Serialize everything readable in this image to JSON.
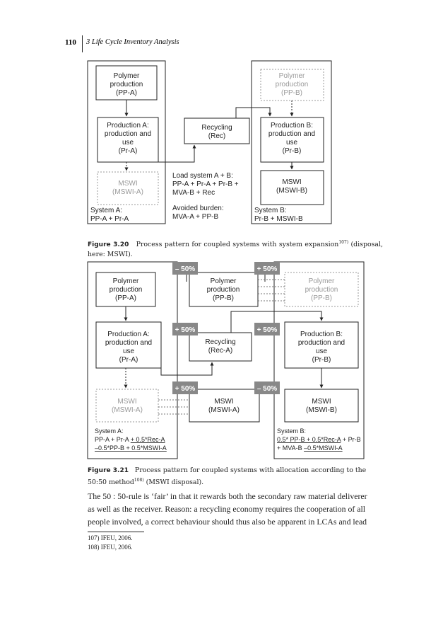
{
  "header": {
    "page_number": "110",
    "running_title": "3  Life Cycle Inventory Analysis"
  },
  "figure_320": {
    "polymer_a": [
      "Polymer",
      "production",
      "(PP-A)"
    ],
    "polymer_b": [
      "Polymer",
      "production",
      "(PP-B)"
    ],
    "production_a": [
      "Production A:",
      "production and",
      "use",
      "(Pr-A)"
    ],
    "production_b": [
      "Production B:",
      "production and",
      "use",
      "(Pr-B)"
    ],
    "recycling": [
      "Recycling",
      "(Rec)"
    ],
    "mswi_a": [
      "MSWI",
      "(MSWI-A)"
    ],
    "mswi_b": [
      "MSWI",
      "(MSWI-B)"
    ],
    "load_text": [
      "Load system A + B:",
      "PP-A + Pr-A + Pr-B +",
      "MVA-B + Rec"
    ],
    "avoided_text": [
      "Avoided burden:",
      "MVA-A + PP-B"
    ],
    "system_a": [
      "System A:",
      "PP-A + Pr-A"
    ],
    "system_b": [
      "System B:",
      "Pr-B + MSWI-B"
    ]
  },
  "caption_320": {
    "label": "Figure 3.20",
    "text": "Process pattern for coupled systems with system expansion",
    "ref": "107)",
    "text2": " (disposal, here: MSWI)."
  },
  "figure_321": {
    "tag_minus_top_left": "– 50%",
    "tag_plus_top_right": "+ 50%",
    "tag_plus_mid_left": "+ 50%",
    "tag_plus_mid_right": "+ 50%",
    "tag_plus_bottom_left": "+ 50%",
    "tag_minus_bottom_right": "– 50%",
    "polymer_a": [
      "Polymer",
      "production",
      "(PP-A)"
    ],
    "polymer_center": [
      "Polymer",
      "production",
      "(PP-B)"
    ],
    "polymer_b": [
      "Polymer",
      "production",
      "(PP-B)"
    ],
    "production_a": [
      "Production A:",
      "production and",
      "use",
      "(Pr-A)"
    ],
    "recycling": [
      "Recycling",
      "(Rec-A)"
    ],
    "production_b": [
      "Production B:",
      "production and",
      "use",
      "(Pr-B)"
    ],
    "mswi_a_dashed": [
      "MSWI",
      "(MSWI-A)"
    ],
    "mswi_center": [
      "MSWI",
      "(MSWI-A)"
    ],
    "mswi_b": [
      "MSWI",
      "(MSWI-B)"
    ],
    "system_a_title": "System A:",
    "system_a_line1_plain": "PP-A + Pr-A ",
    "system_a_line1_underlined": "+ 0.5*Rec-A",
    "system_a_line2_underlined": "–0.5*PP-B + 0.5*MSWI-A",
    "system_b_title": "System B:",
    "system_b_line1_underlined": "0.5* PP-B + 0.5*Rec-A",
    "system_b_line1_plain": " + Pr-B",
    "system_b_line2_plain": "+ MVA-B ",
    "system_b_line2_underlined": "–0.5*MSWI-A"
  },
  "caption_321": {
    "label": "Figure 3.21",
    "text": "Process pattern for coupled systems with allocation according to the 50:50 method",
    "ref": "108)",
    "text2": " (MSWI disposal)."
  },
  "body_lines": [
    "The 50 : 50-rule is ‘fair’ in that it rewards both the secondary raw material deliverer",
    "as well as the receiver. Reason: a recycling economy requires the cooperation of all",
    "people involved, a correct behaviour should thus also be apparent in LCAs and lead"
  ],
  "footnotes": [
    "107)  IFEU, 2006.",
    "108)  IFEU, 2006."
  ]
}
